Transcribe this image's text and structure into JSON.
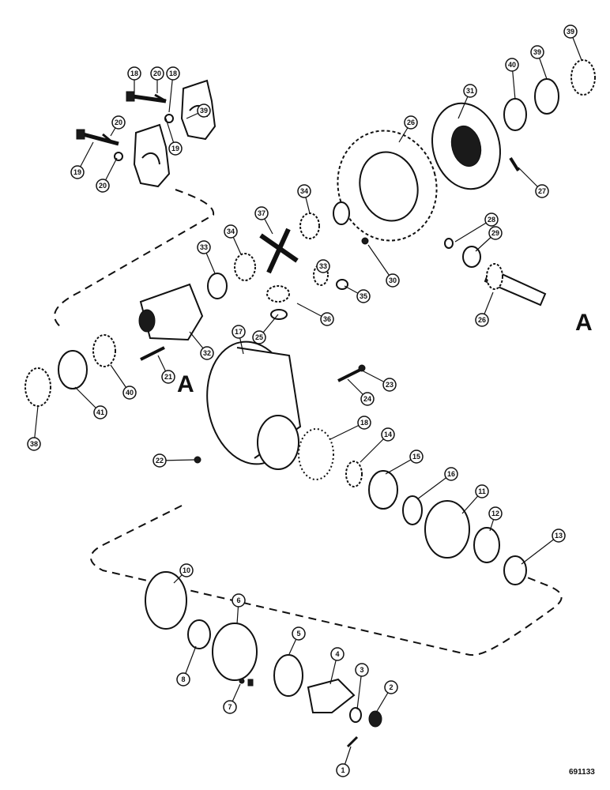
{
  "section_letters": [
    "A",
    "A"
  ],
  "drawing_number": "691133",
  "callouts": [
    "1",
    "2",
    "3",
    "4",
    "5",
    "6",
    "7",
    "8",
    "10",
    "11",
    "12",
    "13",
    "14",
    "15",
    "16",
    "17",
    "18",
    "19",
    "20",
    "21",
    "22",
    "23",
    "24",
    "25",
    "26",
    "27",
    "28",
    "29",
    "30",
    "31",
    "32",
    "33",
    "34",
    "35",
    "36",
    "37",
    "38",
    "39",
    "40",
    "41"
  ]
}
